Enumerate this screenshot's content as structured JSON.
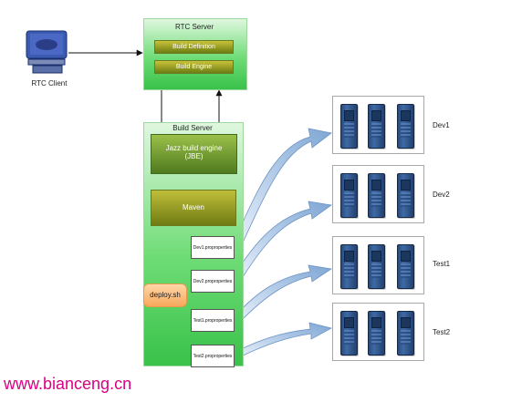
{
  "client": {
    "label": "RTC Client"
  },
  "rtc_server": {
    "title": "RTC Server",
    "build_definition": "Build Definition",
    "build_engine": "Build Engine"
  },
  "build_server": {
    "title": "Build Server",
    "jbe_line1": "Jazz build engine",
    "jbe_line2": "(JBE)",
    "maven": "Maven",
    "deploy": "deploy.sh"
  },
  "property_files": [
    "Dev1.proproperties",
    "Dev2.proproperties",
    "Test1.proproperties",
    "Test2.proproperties"
  ],
  "environments": [
    "Dev1",
    "Dev2",
    "Test1",
    "Test2"
  ],
  "watermark": "www.bianceng.cn",
  "colors": {
    "green": "#5fd66a",
    "arrow_blue": "#8fb1d8",
    "server_blue": "#2e5590",
    "watermark": "#d90085"
  }
}
